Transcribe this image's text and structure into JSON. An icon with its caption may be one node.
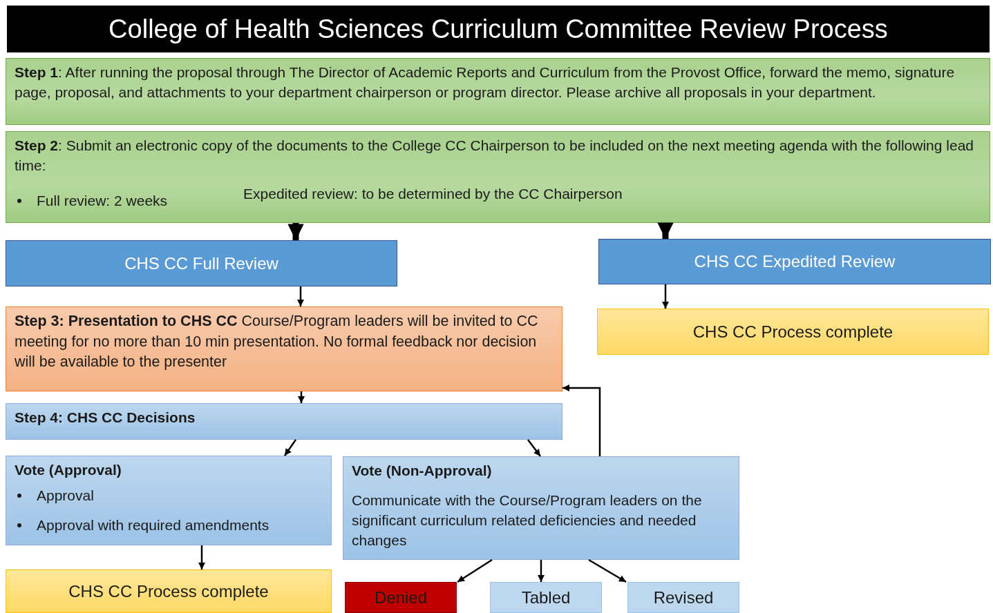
{
  "diagram": {
    "title": "College of Health Sciences Curriculum Committee Review Process",
    "nodes": [
      {
        "text": [
          "**Step 1**: After running the proposal through The Director of Academic Reports and Curriculum from the Provost Office, forward the memo, signature page, proposal, and attachments to your department chairperson or program director. Please archive all proposals in your department."
        ]
      },
      {
        "text": [
          "**Step 2**: Submit an electronic copy of the documents to the College CC Chairperson to be included on the next meeting agenda with the following lead time:",
          "Full review: 2 weeks",
          "Expedited review: to be determined by the CC Chairperson"
        ]
      },
      {
        "text": [
          "CHS CC Full Review"
        ]
      },
      {
        "text": [
          "CHS CC Expedited Review"
        ]
      },
      {
        "text": [
          "**Step 3: Presentation to CHS CC** Course/Program leaders will be invited to CC meeting for no more than 10 min presentation. No formal feedback nor decision will be available to the presenter"
        ]
      },
      {
        "text": [
          "CHS CC Process complete"
        ]
      },
      {
        "text": [
          "Step 4: CHS CC Decisions"
        ]
      },
      {
        "text": [
          "Vote (Approval)",
          "Approval",
          "Approval with required amendments"
        ]
      },
      {
        "text": [
          "Vote (Non-Approval)",
          "Communicate with the Course/Program leaders on the significant curriculum related deficiencies and needed changes"
        ]
      },
      {
        "text": [
          "CHS CC Process complete"
        ]
      },
      {
        "text": [
          "Denied"
        ]
      },
      {
        "text": [
          "Tabled"
        ]
      },
      {
        "text": [
          "Revised"
        ]
      }
    ],
    "edges": [
      {
        "from": 1,
        "to": 2,
        "arrow": "to",
        "style": "thick"
      },
      {
        "from": 1,
        "to": 3,
        "arrow": "to",
        "style": "thick"
      },
      {
        "from": 2,
        "to": 4,
        "arrow": "to"
      },
      {
        "from": 3,
        "to": 5,
        "arrow": "to"
      },
      {
        "from": 4,
        "to": 6,
        "arrow": "to"
      },
      {
        "from": 6,
        "to": 7,
        "arrow": "to"
      },
      {
        "from": 6,
        "to": 8,
        "arrow": "to"
      },
      {
        "from": 8,
        "to": 4,
        "arrow": "to"
      },
      {
        "from": 7,
        "to": 9,
        "arrow": "to"
      },
      {
        "from": 8,
        "to": 10,
        "arrow": "to"
      },
      {
        "from": 8,
        "to": 11,
        "arrow": "to"
      },
      {
        "from": 8,
        "to": 12,
        "arrow": "to"
      }
    ]
  }
}
